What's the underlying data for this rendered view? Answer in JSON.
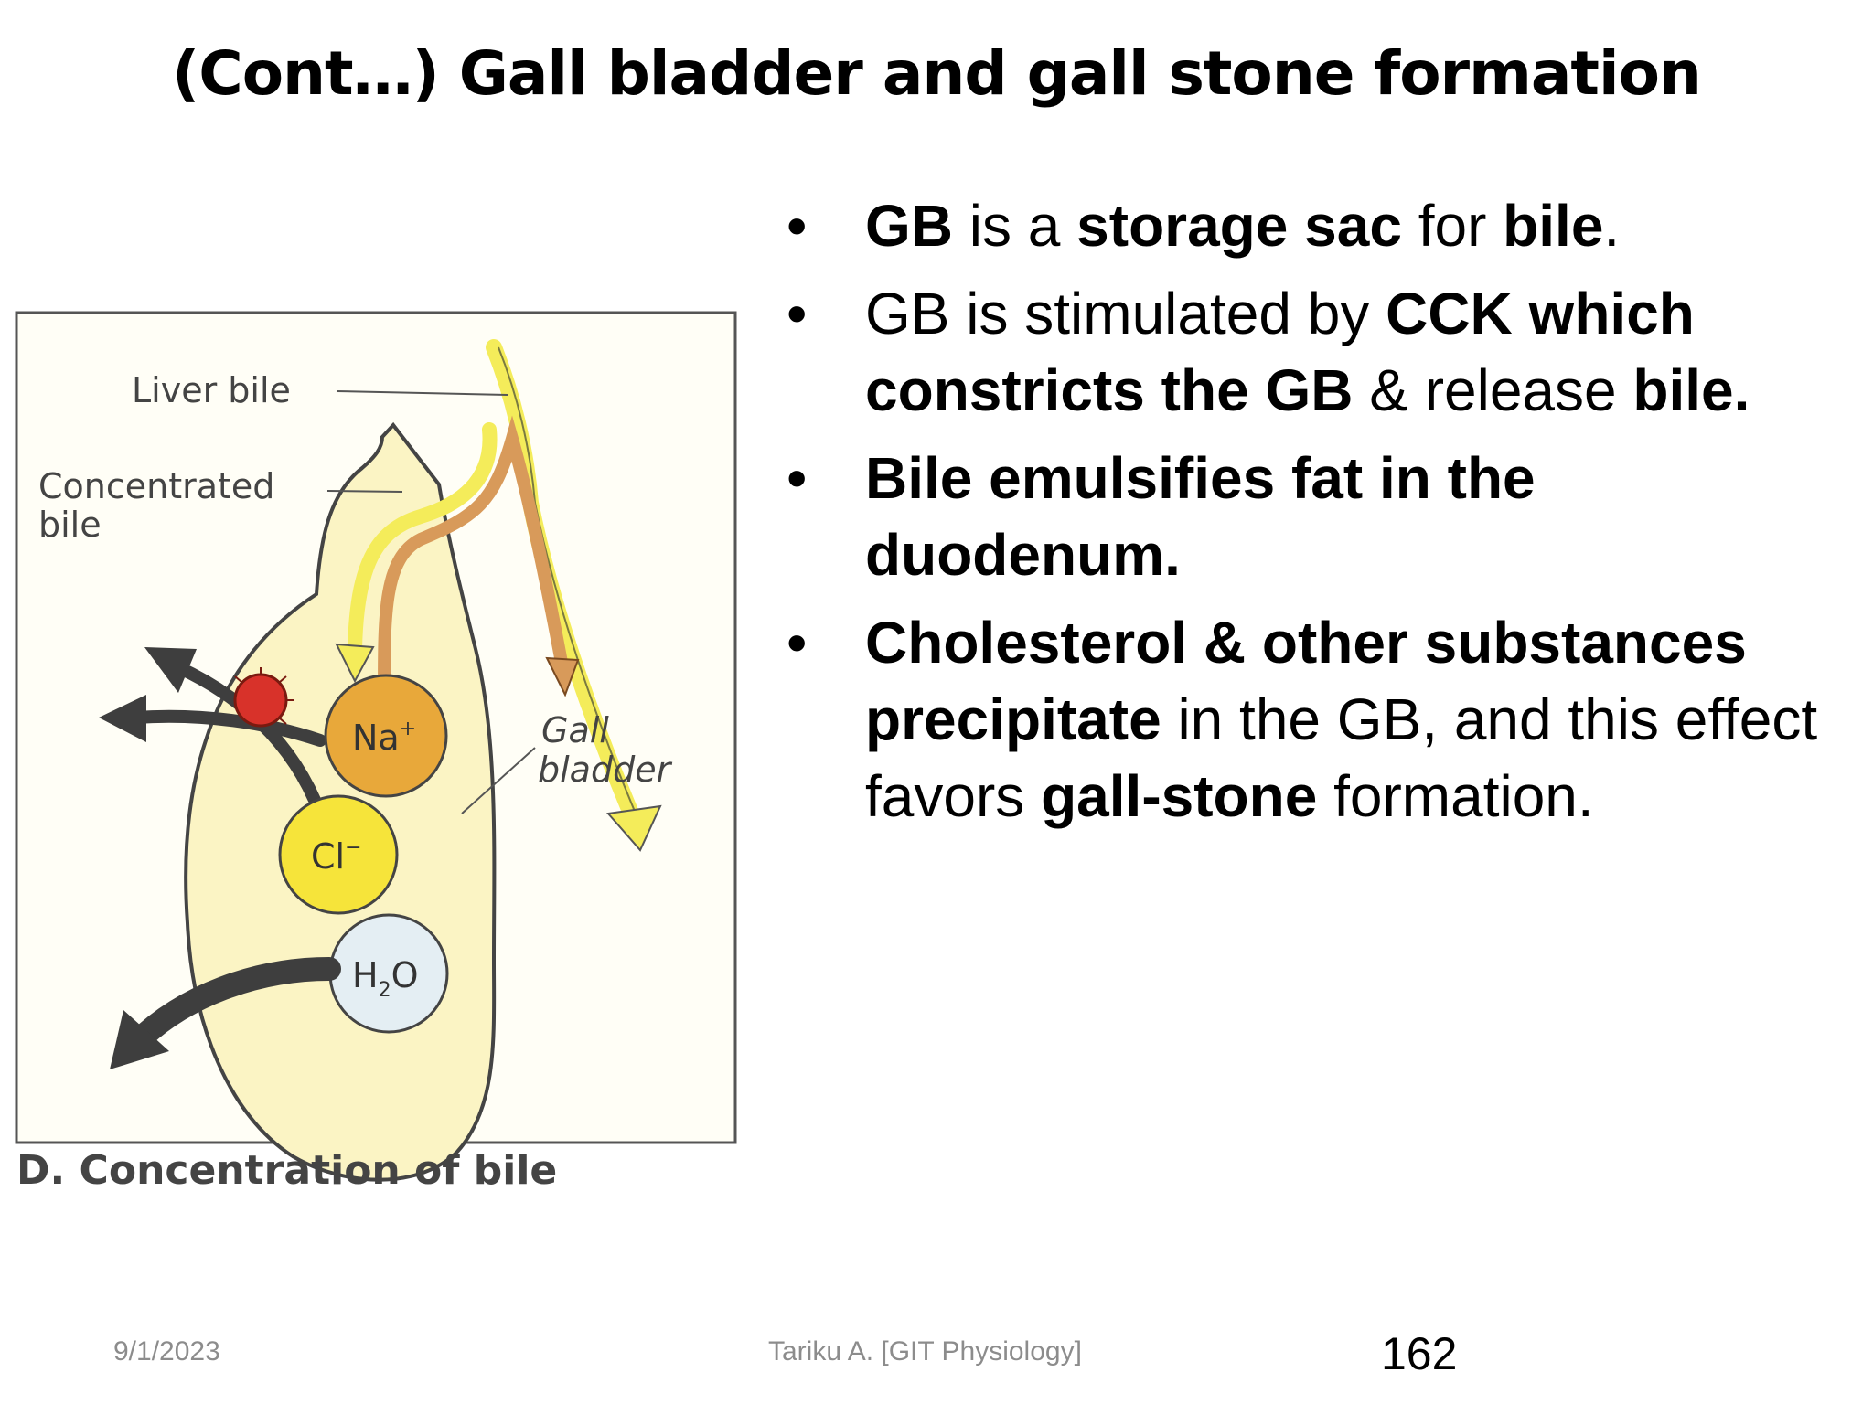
{
  "slide": {
    "title": "(Cont…) Gall bladder and gall stone formation"
  },
  "diagram": {
    "labels": {
      "liver_bile": "Liver bile",
      "concentrated_line1": "Concentrated",
      "concentrated_line2": "bile",
      "gall_line1": "Gall",
      "gall_line2": "bladder",
      "na": "Na",
      "na_sup": "+",
      "cl": "Cl",
      "cl_sup": "−",
      "h2o_h": "H",
      "h2o_sub": "2",
      "h2o_o": "O"
    },
    "caption": "D. Concentration of bile",
    "colors": {
      "bladder_fill": "#fbf4c4",
      "na": "#e8a83a",
      "cl": "#f6e43a",
      "h2o": "#e4eef3",
      "stone": "#d8322a",
      "arrow": "#3e3e3e",
      "liver_bile_stream": "#f4ec5a",
      "concentrated_stream": "#d89a5a"
    }
  },
  "bullets": [
    {
      "parts": [
        {
          "text": "GB",
          "bold": true
        },
        {
          "text": " is a ",
          "bold": false
        },
        {
          "text": "storage sac",
          "bold": true
        },
        {
          "text": " for ",
          "bold": false
        },
        {
          "text": "bile",
          "bold": true
        },
        {
          "text": ".",
          "bold": false
        }
      ]
    },
    {
      "parts": [
        {
          "text": "GB is stimulated by ",
          "bold": false
        },
        {
          "text": "CCK which constricts the GB",
          "bold": true
        },
        {
          "text": " & release ",
          "bold": false
        },
        {
          "text": "bile.",
          "bold": true
        }
      ]
    },
    {
      "parts": [
        {
          "text": "Bile emulsifies fat in the duodenum.",
          "bold": true
        }
      ]
    },
    {
      "parts": [
        {
          "text": "Cholesterol & other substances precipitate",
          "bold": true
        },
        {
          "text": " in the GB, and this effect favors ",
          "bold": false
        },
        {
          "text": "gall-stone",
          "bold": true
        },
        {
          "text": " formation.",
          "bold": false
        }
      ]
    }
  ],
  "bullet_symbol": "•",
  "footer": {
    "date": "9/1/2023",
    "author": "Tariku A. [GIT Physiology]",
    "page": "162"
  }
}
